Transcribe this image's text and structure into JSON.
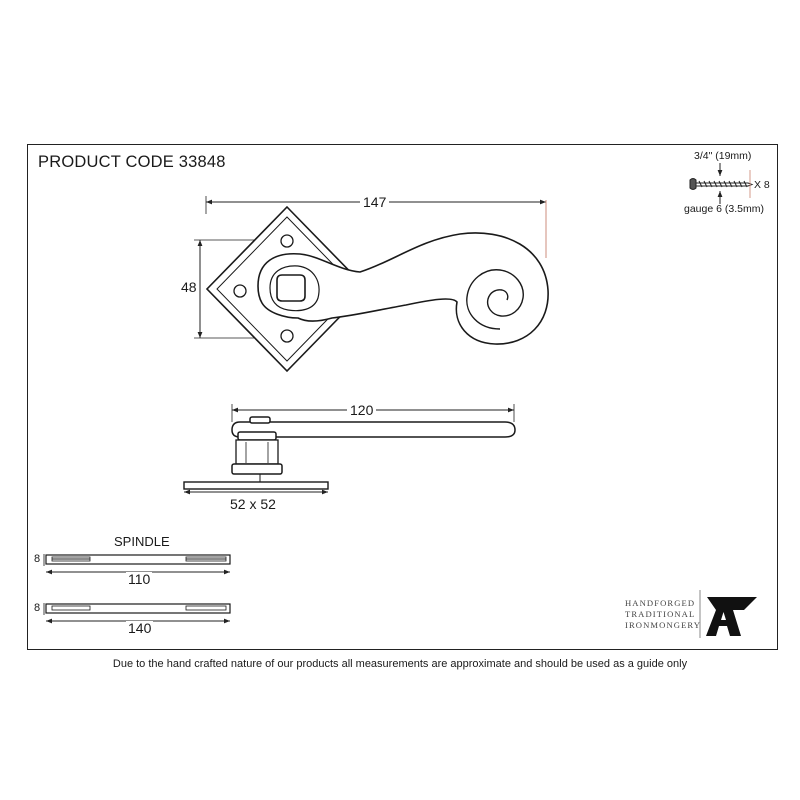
{
  "header": {
    "product_code": "PRODUCT CODE 33848"
  },
  "screw": {
    "length": "3/4\" (19mm)",
    "quantity": "X 8",
    "gauge": "gauge 6 (3.5mm)"
  },
  "top_view": {
    "overall_width": "147",
    "rose_height": "48"
  },
  "side_view": {
    "lever_length": "120",
    "rose_size": "52 x 52"
  },
  "spindle": {
    "title": "SPINDLE",
    "short": {
      "thickness": "8",
      "length": "110"
    },
    "long": {
      "thickness": "8",
      "length": "140"
    }
  },
  "brand": {
    "line1": "HANDFORGED",
    "line2": "TRADITIONAL",
    "line3": "IRONMONGERY",
    "logo": "anvil-a-logo"
  },
  "footer": {
    "disclaimer": "Due to the hand crafted nature of our products all measurements are approximate and should be used as a guide only"
  },
  "colors": {
    "ink": "#1a1a1a",
    "accent_line": "#c9826e"
  }
}
